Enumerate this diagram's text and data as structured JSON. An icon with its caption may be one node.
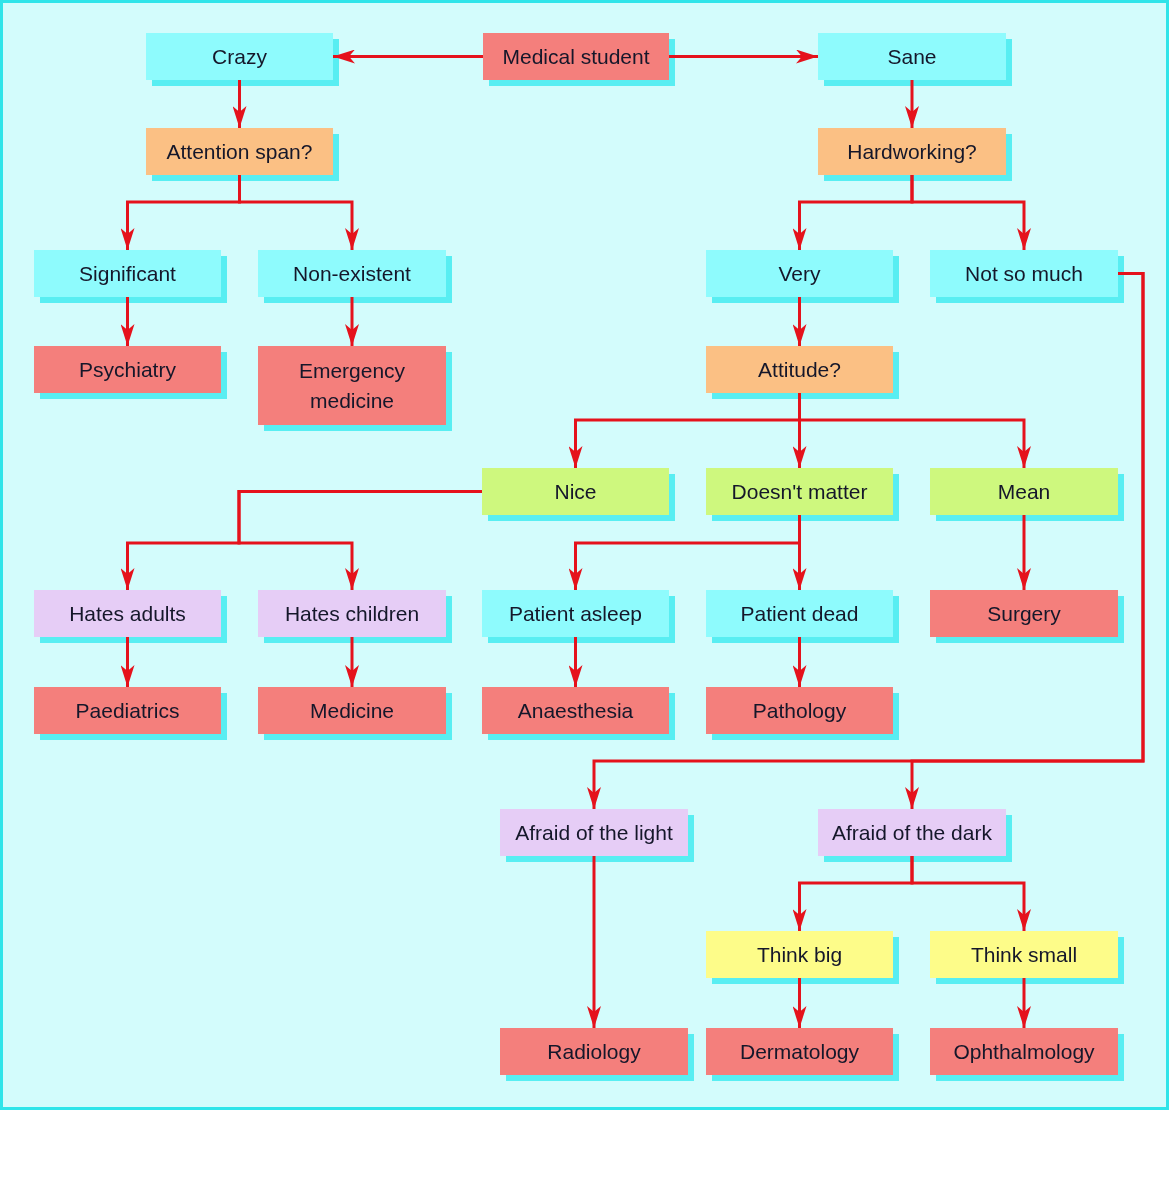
{
  "diagram": {
    "nodes": [
      {
        "text": [
          "Medical student"
        ]
      },
      {
        "text": [
          "Crazy"
        ]
      },
      {
        "text": [
          "Sane"
        ]
      },
      {
        "text": [
          "Attention span?"
        ]
      },
      {
        "text": [
          "Hardworking?"
        ]
      },
      {
        "text": [
          "Significant"
        ]
      },
      {
        "text": [
          "Non-existent"
        ]
      },
      {
        "text": [
          "Very"
        ]
      },
      {
        "text": [
          "Not so much"
        ]
      },
      {
        "text": [
          "Psychiatry"
        ]
      },
      {
        "text": [
          "Emergency medicine"
        ]
      },
      {
        "text": [
          "Attitude?"
        ]
      },
      {
        "text": [
          "Nice"
        ]
      },
      {
        "text": [
          "Doesn't matter"
        ]
      },
      {
        "text": [
          "Mean"
        ]
      },
      {
        "text": [
          "Hates adults"
        ]
      },
      {
        "text": [
          "Hates children"
        ]
      },
      {
        "text": [
          "Patient asleep"
        ]
      },
      {
        "text": [
          "Patient dead"
        ]
      },
      {
        "text": [
          "Surgery"
        ]
      },
      {
        "text": [
          "Paediatrics"
        ]
      },
      {
        "text": [
          "Medicine"
        ]
      },
      {
        "text": [
          "Anaesthesia"
        ]
      },
      {
        "text": [
          "Pathology"
        ]
      },
      {
        "text": [
          "Afraid of the light"
        ]
      },
      {
        "text": [
          "Afraid of the dark"
        ]
      },
      {
        "text": [
          "Think big"
        ]
      },
      {
        "text": [
          "Think small"
        ]
      },
      {
        "text": [
          "Radiology"
        ]
      },
      {
        "text": [
          "Dermatology"
        ]
      },
      {
        "text": [
          "Ophthalmology"
        ]
      }
    ],
    "edges": [
      {
        "from": 0,
        "to": 1,
        "arrow": "to"
      },
      {
        "from": 0,
        "to": 2,
        "arrow": "to"
      },
      {
        "from": 1,
        "to": 3,
        "arrow": "to"
      },
      {
        "from": 2,
        "to": 4,
        "arrow": "to"
      },
      {
        "from": 3,
        "to": 5,
        "arrow": "to"
      },
      {
        "from": 3,
        "to": 6,
        "arrow": "to"
      },
      {
        "from": 4,
        "to": 7,
        "arrow": "to"
      },
      {
        "from": 4,
        "to": 8,
        "arrow": "to"
      },
      {
        "from": 5,
        "to": 9,
        "arrow": "to"
      },
      {
        "from": 6,
        "to": 10,
        "arrow": "to"
      },
      {
        "from": 7,
        "to": 11,
        "arrow": "to"
      },
      {
        "from": 11,
        "to": 12,
        "arrow": "to"
      },
      {
        "from": 11,
        "to": 13,
        "arrow": "to"
      },
      {
        "from": 11,
        "to": 14,
        "arrow": "to"
      },
      {
        "from": 12,
        "to": 15,
        "arrow": "to"
      },
      {
        "from": 12,
        "to": 16,
        "arrow": "to"
      },
      {
        "from": 13,
        "to": 17,
        "arrow": "to"
      },
      {
        "from": 13,
        "to": 18,
        "arrow": "to"
      },
      {
        "from": 14,
        "to": 19,
        "arrow": "to"
      },
      {
        "from": 15,
        "to": 20,
        "arrow": "to"
      },
      {
        "from": 16,
        "to": 21,
        "arrow": "to"
      },
      {
        "from": 17,
        "to": 22,
        "arrow": "to"
      },
      {
        "from": 18,
        "to": 23,
        "arrow": "to"
      },
      {
        "from": 8,
        "to": 24,
        "arrow": "to"
      },
      {
        "from": 8,
        "to": 25,
        "arrow": "to"
      },
      {
        "from": 24,
        "to": 28,
        "arrow": "to"
      },
      {
        "from": 25,
        "to": 26,
        "arrow": "to"
      },
      {
        "from": 25,
        "to": 27,
        "arrow": "to"
      },
      {
        "from": 26,
        "to": 29,
        "arrow": "to"
      },
      {
        "from": 27,
        "to": 30,
        "arrow": "to"
      }
    ]
  }
}
